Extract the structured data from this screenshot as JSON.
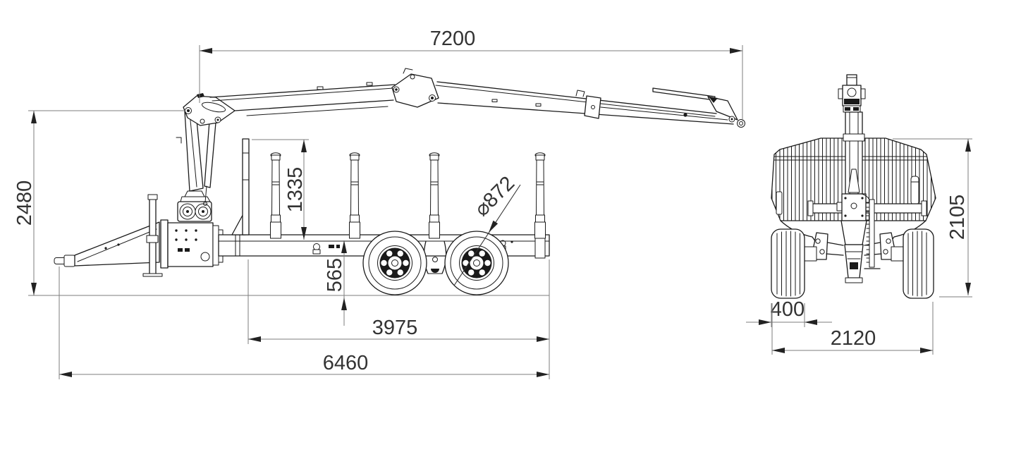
{
  "drawing": {
    "title": "timber-trailer-with-crane-dimension-drawing",
    "colors": {
      "background": "#ffffff",
      "machine_line": "#1a1a1a",
      "dimension_line": "#7d7d7d",
      "dimension_text": "#333333"
    },
    "side": {
      "reach": "7200",
      "height": "2480",
      "stake_height": "1335",
      "frame_height": "565",
      "load_length": "3975",
      "total_length": "6460",
      "wheel_diameter": "⌀872"
    },
    "rear": {
      "height": "2105",
      "tire_width": "400",
      "track_width": "2120"
    }
  }
}
